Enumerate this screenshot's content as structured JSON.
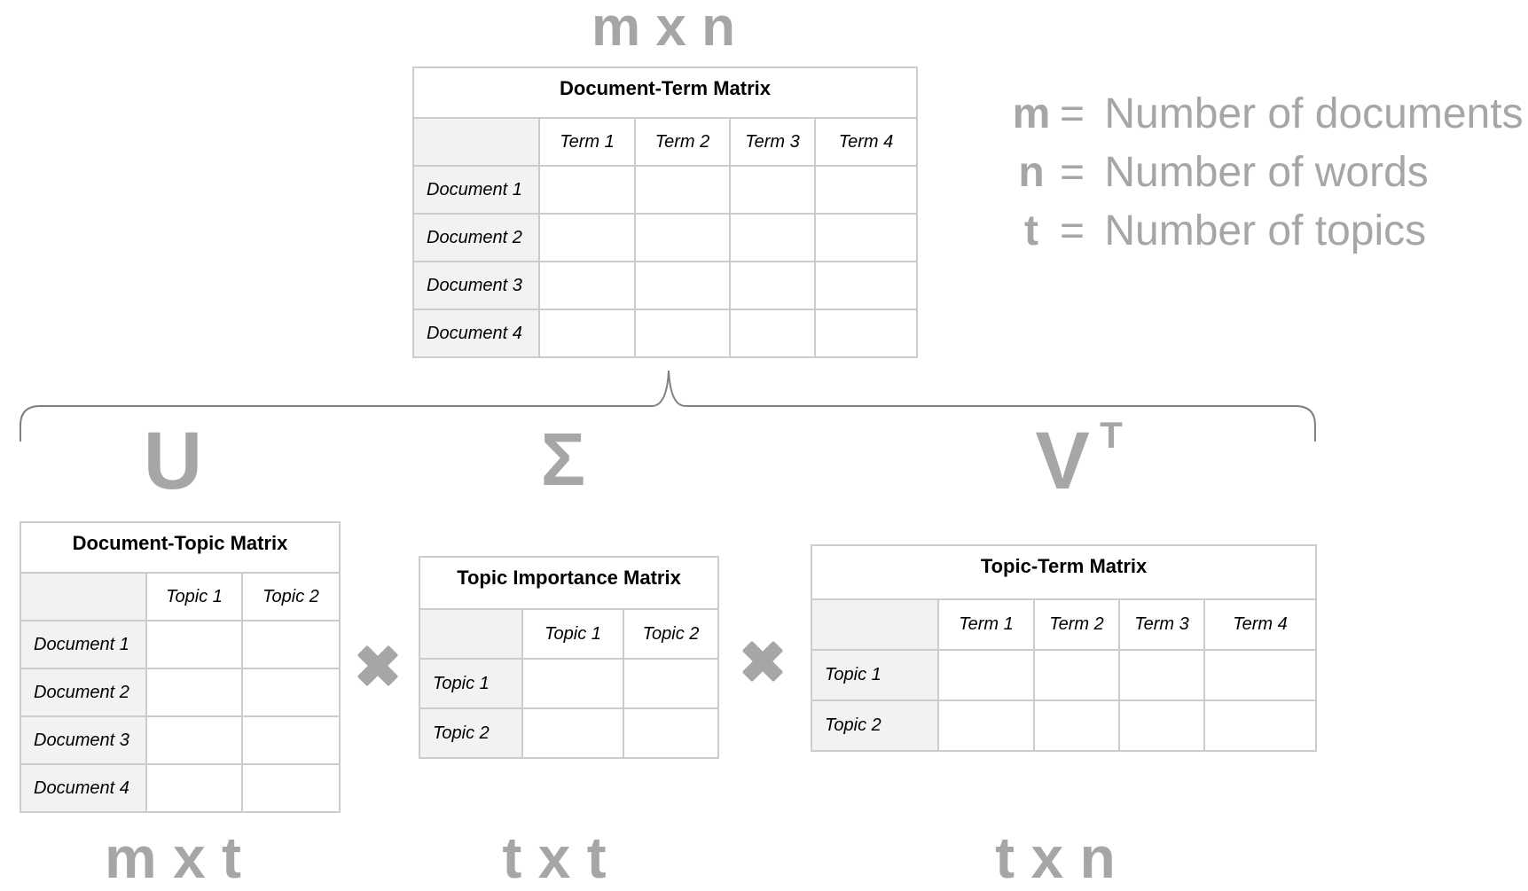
{
  "top": {
    "dimension": "m x n",
    "matrix": {
      "title": "Document-Term Matrix",
      "columns": [
        "Term 1",
        "Term 2",
        "Term 3",
        "Term 4"
      ],
      "rows": [
        "Document 1",
        "Document 2",
        "Document 3",
        "Document 4"
      ]
    }
  },
  "legend": [
    {
      "symbol": "m",
      "eq": "=",
      "text": "Number of documents"
    },
    {
      "symbol": "n",
      "eq": "=",
      "text": "Number of words"
    },
    {
      "symbol": "t",
      "eq": "=",
      "text": "Number of topics"
    }
  ],
  "factors": {
    "u": {
      "symbol": "U",
      "dimension": "m x t",
      "matrix": {
        "title": "Document-Topic Matrix",
        "columns": [
          "Topic 1",
          "Topic 2"
        ],
        "rows": [
          "Document 1",
          "Document 2",
          "Document 3",
          "Document 4"
        ]
      }
    },
    "sigma": {
      "symbol": "Σ",
      "dimension": "t x t",
      "matrix": {
        "title": "Topic Importance Matrix",
        "columns": [
          "Topic 1",
          "Topic 2"
        ],
        "rows": [
          "Topic 1",
          "Topic 2"
        ]
      }
    },
    "vt": {
      "symbol": "V",
      "superscript": "T",
      "dimension": "t x n",
      "matrix": {
        "title": "Topic-Term Matrix",
        "columns": [
          "Term 1",
          "Term 2",
          "Term 3",
          "Term 4"
        ],
        "rows": [
          "Topic 1",
          "Topic 2"
        ]
      }
    }
  },
  "colors": {
    "label_gray": "#a6a6a6",
    "border": "#cccccc",
    "header_fill": "#f2f2f2"
  }
}
